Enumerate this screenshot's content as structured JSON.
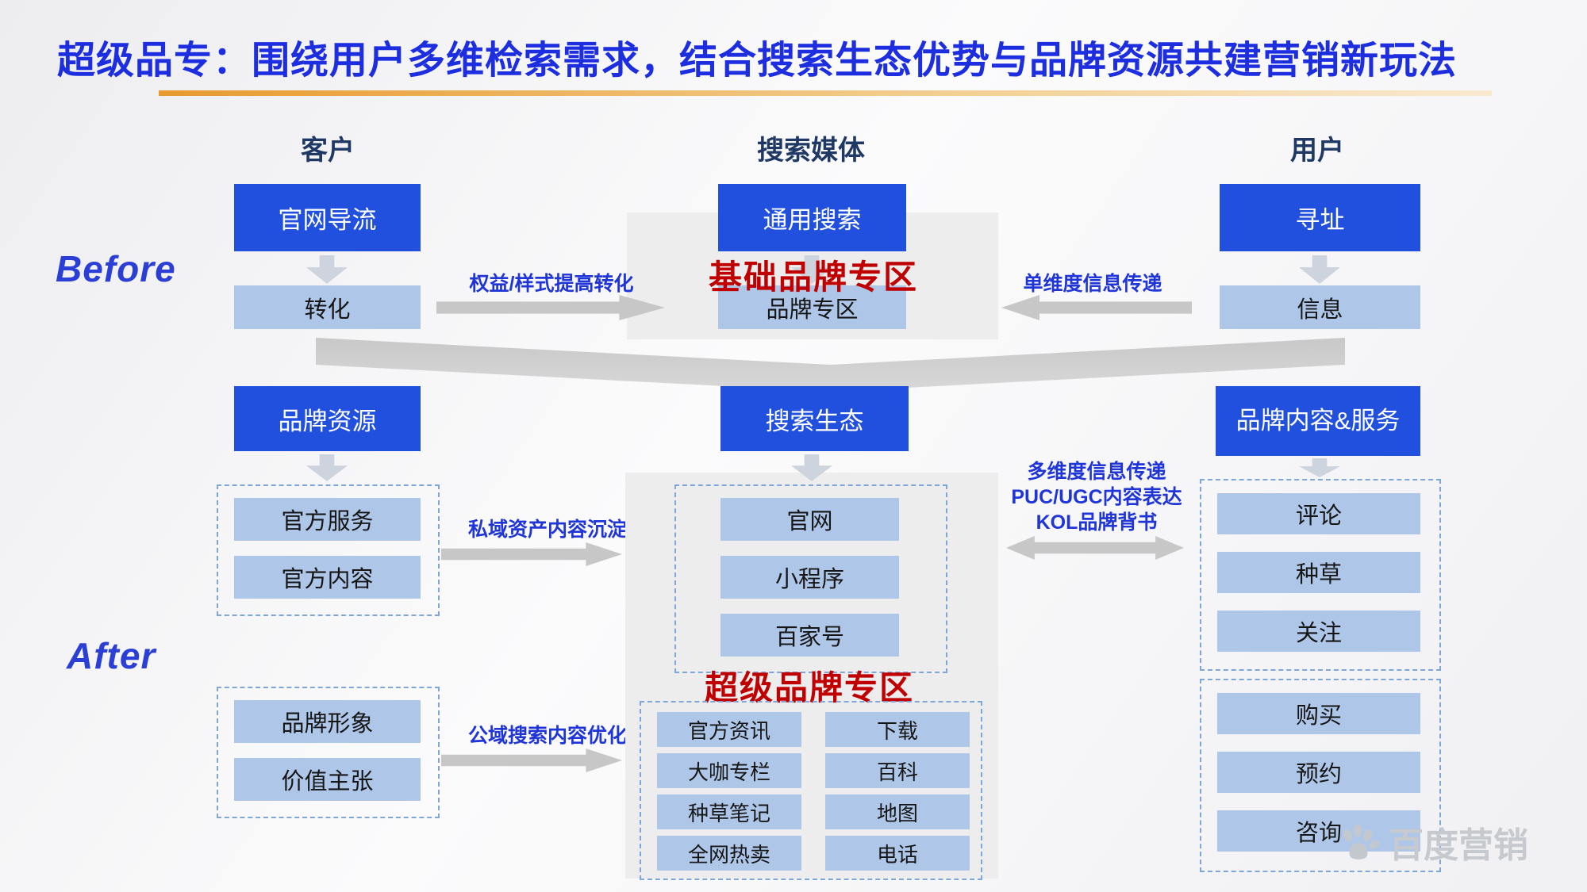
{
  "title": "超级品专：围绕用户多维检索需求，结合搜索生态优势与品牌资源共建营销新玩法",
  "columns": {
    "customer": "客户",
    "media": "搜索媒体",
    "user": "用户"
  },
  "before": {
    "label": "Before",
    "customer": {
      "top": "官网导流",
      "bottom": "转化"
    },
    "media": {
      "top": "通用搜索",
      "bottom": "品牌专区",
      "zone_title": "基础品牌专区"
    },
    "user": {
      "top": "寻址",
      "bottom": "信息"
    },
    "arrows": {
      "left": "权益/样式提高转化",
      "right": "单维度信息传递"
    }
  },
  "after": {
    "label": "After",
    "customer": {
      "header": "品牌资源",
      "private_items": [
        "官方服务",
        "官方内容"
      ],
      "public_items": [
        "品牌形象",
        "价值主张"
      ]
    },
    "arrows": {
      "private": "私域资产内容沉淀",
      "public": "公域搜索内容优化",
      "right_lines": [
        "多维度信息传递",
        "PUC/UGC内容表达",
        "KOL品牌背书"
      ]
    },
    "media": {
      "header": "搜索生态",
      "eco_items": [
        "官网",
        "小程序",
        "百家号"
      ],
      "zone_title": "超级品牌专区",
      "zone_left": [
        "官方资讯",
        "大咖专栏",
        "种草笔记",
        "全网热卖"
      ],
      "zone_right": [
        "下载",
        "百科",
        "地图",
        "电话"
      ]
    },
    "user": {
      "header": "品牌内容&服务",
      "top_items": [
        "评论",
        "种草",
        "关注"
      ],
      "bottom_items": [
        "购买",
        "预约",
        "咨询"
      ]
    }
  },
  "watermark": "百度营销",
  "colors": {
    "title_blue": "#1C2EE0",
    "box_blue": "#2150DE",
    "box_light_blue": "#AEC6E8",
    "accent_red": "#C00000",
    "header_navy": "#1F3864",
    "arrow_label_blue": "#1F35D8",
    "arrow_gray": "#C7C7C7",
    "underline_gold": "#E79B2F"
  }
}
